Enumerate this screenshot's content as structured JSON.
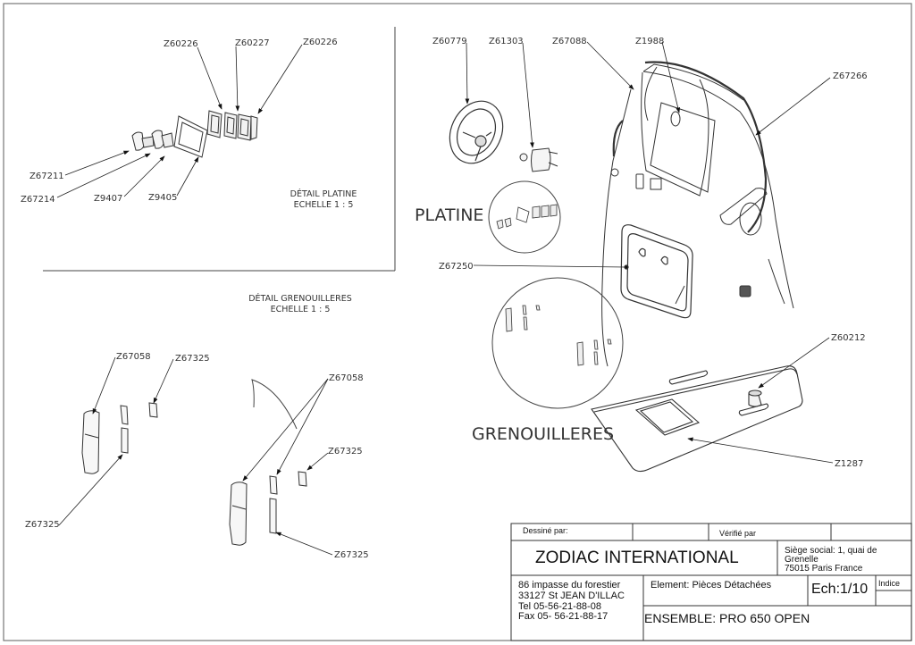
{
  "detail_platine": {
    "title": "DÉTAIL PLATINE",
    "scale": "ECHELLE 1 : 5",
    "parts": [
      "Z60226",
      "Z60227",
      "Z60226",
      "Z67211",
      "Z67214",
      "Z9407",
      "Z9405"
    ]
  },
  "detail_grenouilleres": {
    "title": "DÉTAIL GRENOUILLERES",
    "scale": "ECHELLE 1 : 5",
    "parts": [
      "Z67058",
      "Z67325",
      "Z67325",
      "Z67058",
      "Z67325",
      "Z67325"
    ]
  },
  "main_view": {
    "callout_platine": "PLATINE",
    "callout_grenouilleres": "GRENOUILLERES",
    "parts": [
      "Z60779",
      "Z61303",
      "Z67088",
      "Z1988",
      "Z67266",
      "Z67250",
      "Z60212",
      "Z1287"
    ]
  },
  "title_block": {
    "drawn_by_label": "Dessiné par:",
    "checked_by_label": "Vérifié par",
    "company": "ZODIAC INTERNATIONAL",
    "hq_line1": "Siège social: 1, quai de",
    "hq_line2": "Grenelle",
    "hq_line3": "75015 Paris France",
    "address_line1": "86 impasse du forestier",
    "address_line2": "33127 St JEAN D'ILLAC",
    "tel": "Tel 05-56-21-88-08",
    "fax": "Fax 05- 56-21-88-17",
    "element": "Element: Pièces Détachées",
    "scale": "Ech:1/10",
    "index_label": "Indice",
    "assembly": "ENSEMBLE:  PRO 650 OPEN"
  }
}
